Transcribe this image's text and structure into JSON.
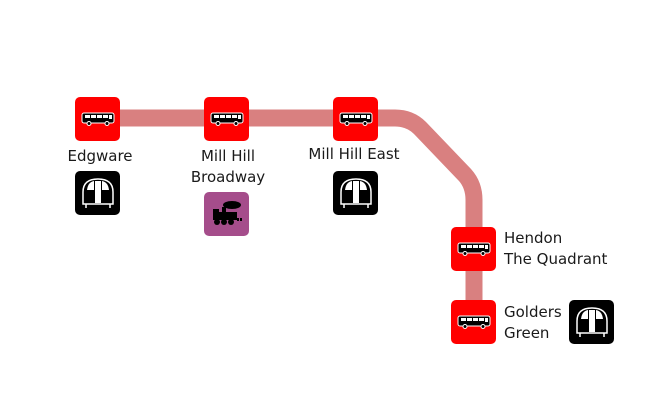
{
  "diagram": {
    "line_color": "#d98080",
    "bus_color": "#ff0000",
    "tube_color": "#000000",
    "rail_color": "#a54d8b",
    "stops": [
      {
        "name_line1": "Edgware",
        "name_line2": "",
        "modes": [
          "bus-icon",
          "underground-icon"
        ]
      },
      {
        "name_line1": "Mill Hill",
        "name_line2": "Broadway",
        "modes": [
          "bus-icon",
          "rail-icon"
        ]
      },
      {
        "name_line1": "Mill Hill East",
        "name_line2": "",
        "modes": [
          "bus-icon",
          "underground-icon"
        ]
      },
      {
        "name_line1": "Hendon",
        "name_line2": "The Quadrant",
        "modes": [
          "bus-icon"
        ]
      },
      {
        "name_line1": "Golders",
        "name_line2": "Green",
        "modes": [
          "bus-icon",
          "underground-icon"
        ]
      }
    ]
  }
}
